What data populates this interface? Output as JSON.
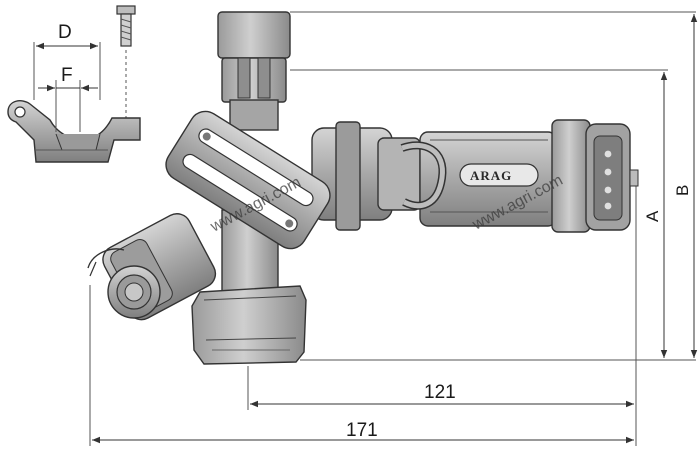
{
  "labels": {
    "d": "D",
    "f": "F",
    "a": "A",
    "b": "B",
    "dim_121": "121",
    "dim_171": "171"
  },
  "brand": "ARAG",
  "watermark": "www.agri.com",
  "colors": {
    "body_dark": "#8d8d8d",
    "body_mid": "#a9a9a9",
    "body_light": "#c9c9c9",
    "outline": "#333333",
    "dimension_line": "#333333"
  },
  "icons": [
    "screw-icon",
    "clamp-icon",
    "nozzle-body-icon",
    "electric-connector-icon"
  ]
}
